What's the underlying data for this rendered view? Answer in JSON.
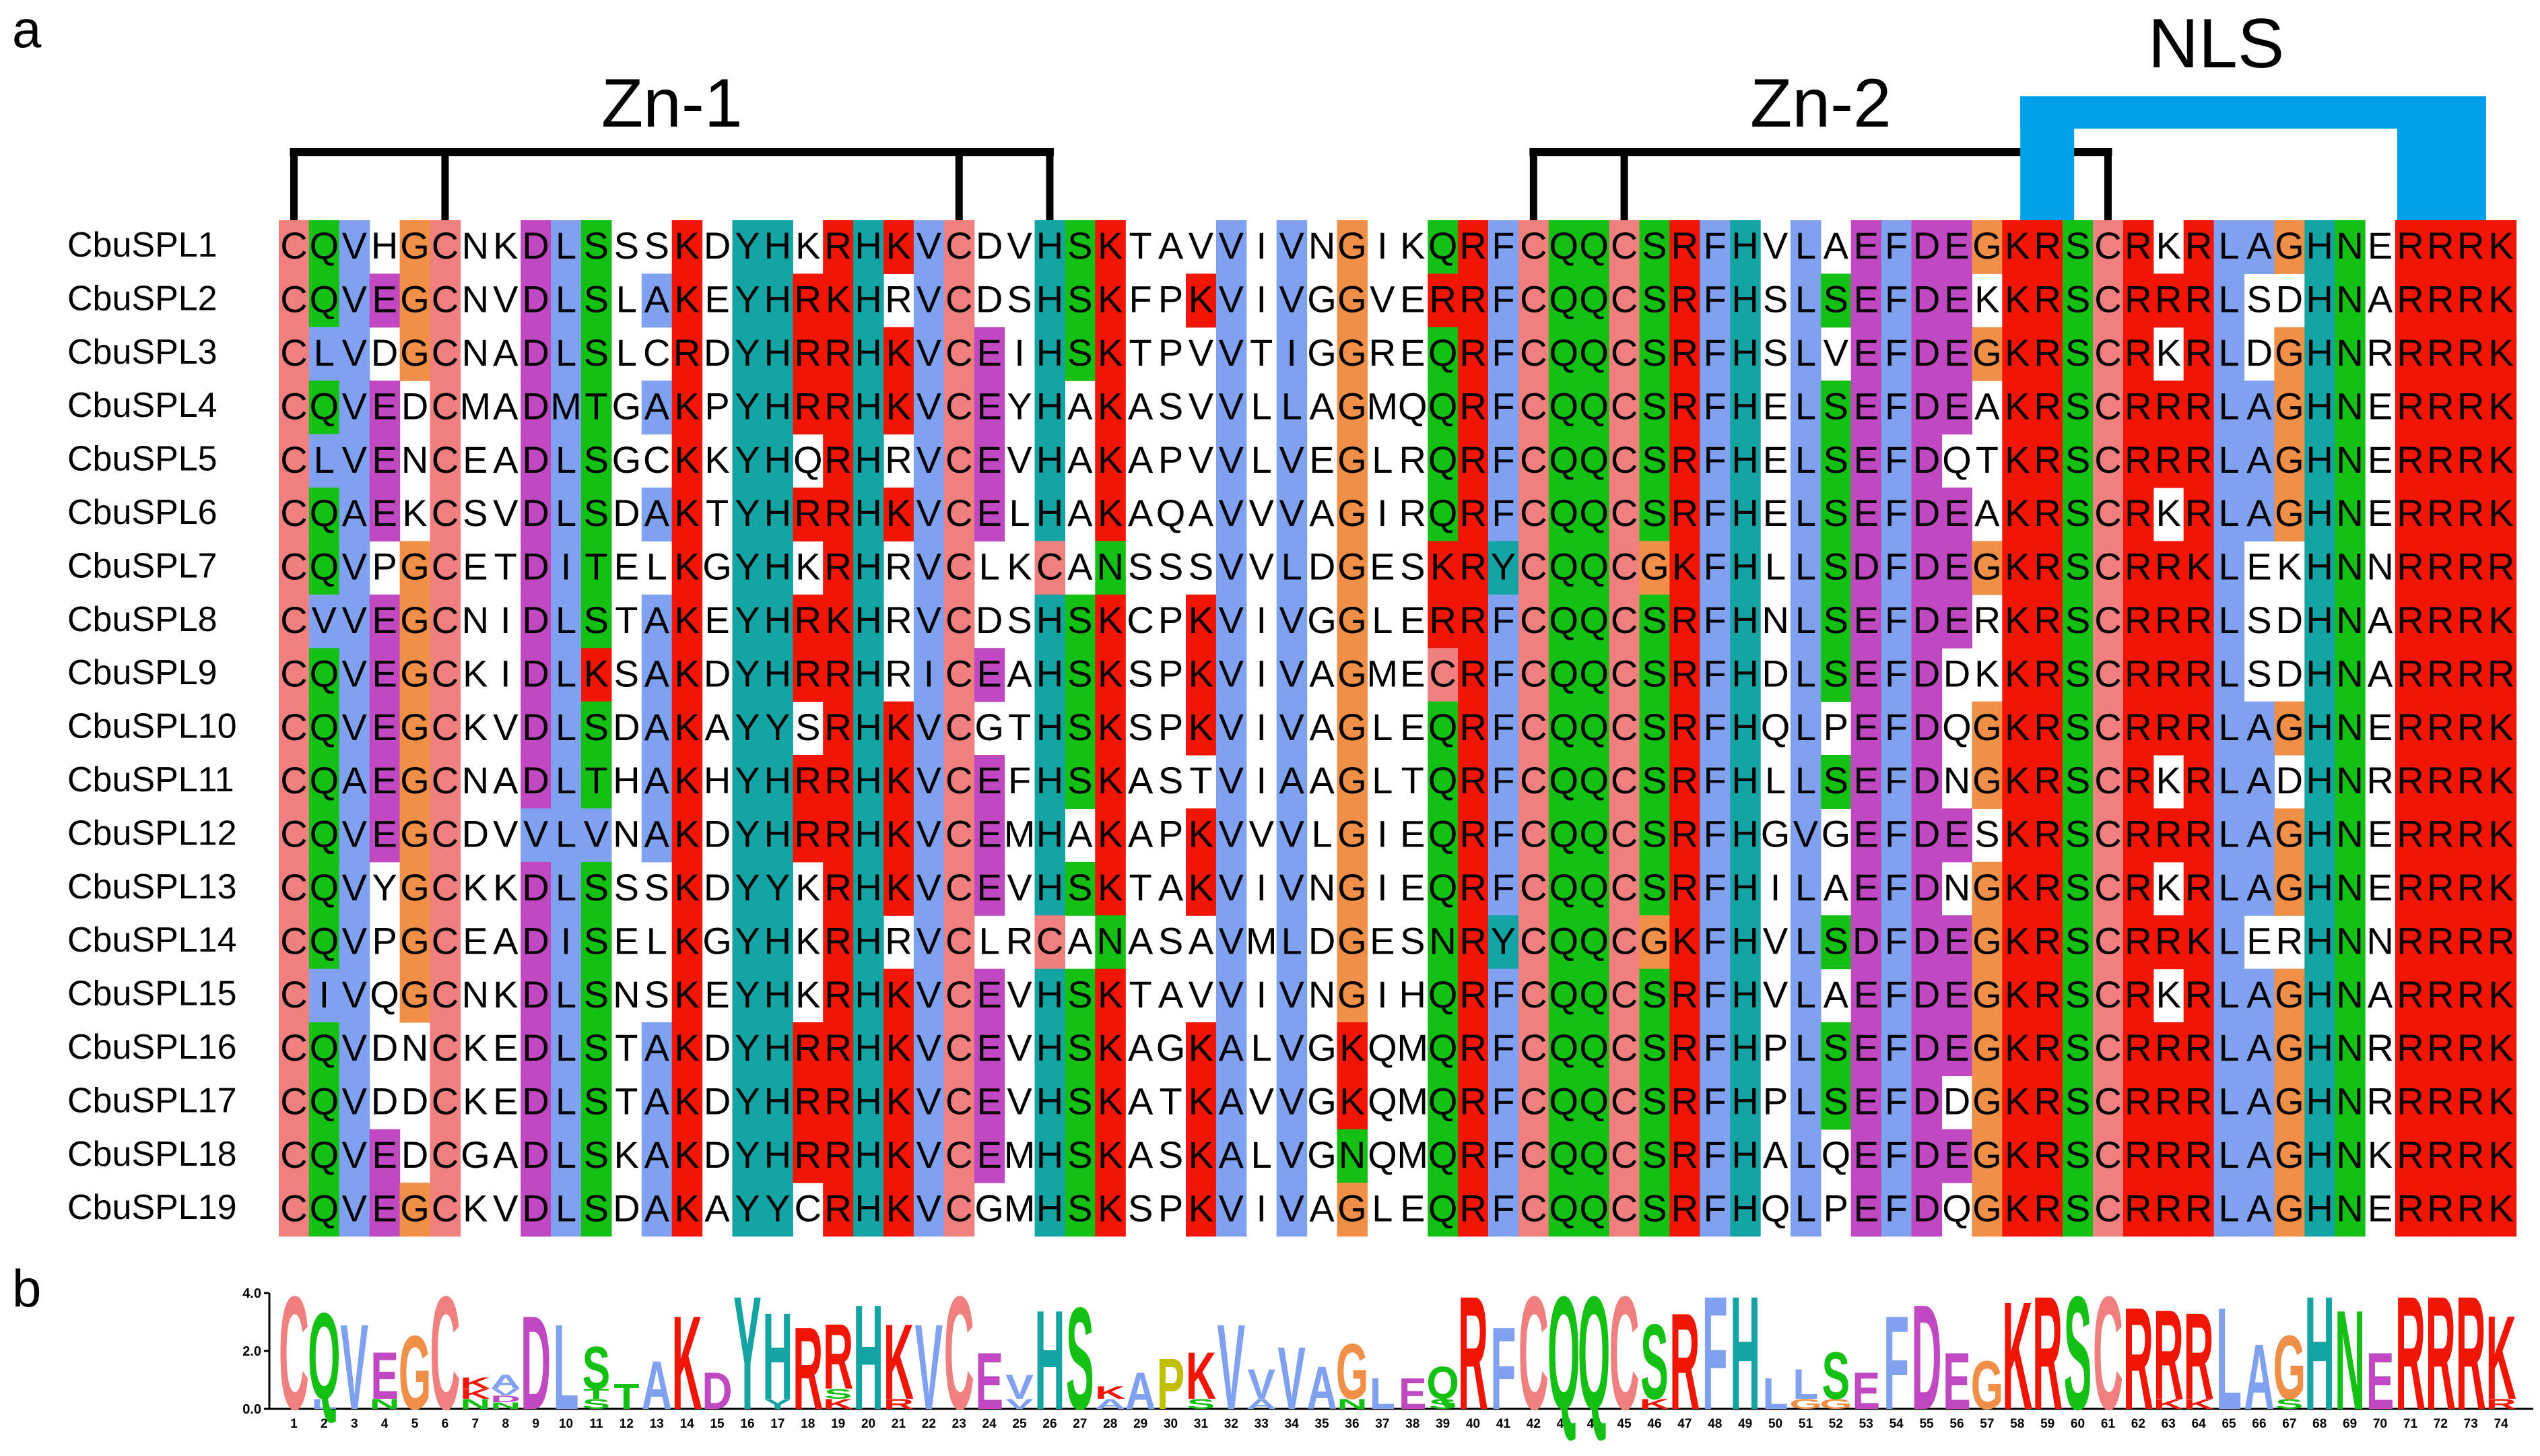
{
  "panels": {
    "a": "a",
    "b": "b"
  },
  "brackets": [
    {
      "label": "Zn-1",
      "cols": [
        1,
        6,
        23,
        26
      ]
    },
    {
      "label": "Zn-2",
      "cols": [
        42,
        45,
        61
      ]
    }
  ],
  "nls": {
    "label": "NLS",
    "from": 59,
    "to": 71,
    "color": "#00a0e9"
  },
  "sequences": [
    {
      "name": "CbuSPL1",
      "seq": "CQVHGCNKDLSSSKDYHKRHKVCDVHSKTAVVIVNGIKQRFCQQCSRFHVLAEFDEGKRSCRKRLAGHNERRRK"
    },
    {
      "name": "CbuSPL2",
      "seq": "CQVEGCNVDLSLAKEYHRKHRVCDSHSKFPKVIVGGVERRFCQQCSRFHSLSEFDEKKRSCRRRLSDHNARRRK"
    },
    {
      "name": "CbuSPL3",
      "seq": "CLVDGCNADLSLCRDYHRRHKVCEIHSKTPVVTIGGREQRFCQQCSRFHSLVEFDEGKRSCRKRLDGHNRRRRK"
    },
    {
      "name": "CbuSPL4",
      "seq": "CQVEDCMADMTGAKPYHRRHKVCEYHAKASVVLLAGMQQRFCQQCSRFHELSEFDEAKRSCRRRLAGHNERRRK"
    },
    {
      "name": "CbuSPL5",
      "seq": "CLVENCEADLSGCKKYHQRHRVCEVHAKAPVVLVEGLRQRFCQQCSRFHELSEFDQTKRSCRRRLAGHNERRRK"
    },
    {
      "name": "CbuSPL6",
      "seq": "CQAEKCSVDLSDAKTYHRRHKVCELHAKAQAVVVAGIRQRFCQQCSRFHELSEFDEAKRSCRKRLAGHNERRRK"
    },
    {
      "name": "CbuSPL7",
      "seq": "CQVPGCETDITELKGYHKRHRVCLKCANSSSVVLDGESKRYCQQCGKFHLLSDFDEGKRSCRRKLEKHNNRRRR"
    },
    {
      "name": "CbuSPL8",
      "seq": "CVVEGCNIDLSTAKEYHRKHRVCDSHSKCPKVIVGGLERRFCQQCSRFHNLSEFDERKRSCRRRLSDHNARRRK"
    },
    {
      "name": "CbuSPL9",
      "seq": "CQVEGCKIDLKSAKDYHRRHRICEAHSKSPKVIVAGMECRFCQQCSRFHDLSEFDDKKRSCRRRLSDHNARRRR"
    },
    {
      "name": "CbuSPL10",
      "seq": "CQVEGCKVDLSDAKAYYSRHKVCGTHSKSPKVIVAGLEQRFCQQCSRFHQLPEFDQGKRSCRRRLAGHNERRRK"
    },
    {
      "name": "CbuSPL11",
      "seq": "CQAEGCNADLTHAKHYHRRHKVCEFHSKASTVIAAGLTQRFCQQCSRFHLLSEFDNGKRSCRKRLADHNRRRRK"
    },
    {
      "name": "CbuSPL12",
      "seq": "CQVEGCDVVLVNAKDYHRRHKVCEMHAKAPKVVVLGIEQRFCQQCSRFHGVGEFDESKRSCRRRLAGHNERRRK"
    },
    {
      "name": "CbuSPL13",
      "seq": "CQVYGCKKDLSSSKDYYKRHKVCEVHSKTAKVIVNGIEQRFCQQCSRFHILAEFDNGKRSCRKRLAGHNERRRK"
    },
    {
      "name": "CbuSPL14",
      "seq": "CQVPGCEADISELKGYHKRHRVCLRCANASAVMLDGESNRYCQQCGKFHVLSDFDEGKRSCRRKLERHNNRRRR"
    },
    {
      "name": "CbuSPL15",
      "seq": "CIVQGCNKDLSNSKEYHKRHKVCEVHSKTAVVIVNGIHQRFCQQCSRFHVLAEFDEGKRSCRKRLAGHNARRRK"
    },
    {
      "name": "CbuSPL16",
      "seq": "CQVDNCKEDLSTAKDYHRRHKVCEVHSKAGKALVGKQMQRFCQQCSRFHPLSEFDEGKRSCRRRLAGHNRRRRK"
    },
    {
      "name": "CbuSPL17",
      "seq": "CQVDDCKEDLSTAKDYHRRHKVCEVHSKATKAVVGKQMQRFCQQCSRFHPLSEFDDGKRSCRRRLAGHNRRRRK"
    },
    {
      "name": "CbuSPL18",
      "seq": "CQVEDCGADLSKAKDYHRRHKVCEMHSKASKALVGNQMQRFCQQCSRFHALQEFDEGKRSCRRRLAGHNKRRRK"
    },
    {
      "name": "CbuSPL19",
      "seq": "CQVEGCKVDLSDAKAYYCRHKVCGMHSKSPKVIVAGLEQRFCQQCSRFHQLPEFDQGKRSCRRRLAGHNERRRK"
    }
  ],
  "logo": {
    "yticks": [
      "0.0",
      "2.0",
      "4.0"
    ],
    "positions": [
      "1",
      "2",
      "3",
      "4",
      "5",
      "6",
      "7",
      "8",
      "9",
      "10",
      "11",
      "12",
      "13",
      "14",
      "15",
      "16",
      "17",
      "18",
      "19",
      "20",
      "21",
      "22",
      "23",
      "24",
      "25",
      "26",
      "27",
      "28",
      "29",
      "30",
      "31",
      "32",
      "33",
      "34",
      "35",
      "36",
      "37",
      "38",
      "39",
      "40",
      "41",
      "42",
      "43",
      "44",
      "45",
      "46",
      "47",
      "48",
      "49",
      "50",
      "51",
      "52",
      "53",
      "54",
      "55",
      "56",
      "57",
      "58",
      "59",
      "60",
      "61",
      "62",
      "63",
      "64",
      "65",
      "66",
      "67",
      "68",
      "69",
      "70",
      "71",
      "72",
      "73",
      "74"
    ],
    "top": "CQVEGCKADLSTAKDYHRRHKVCEVHSKAPKVVVAGLEQRFCQQCSRFHLLSEFDEGKRSCRRRLAGHNERRRK",
    "heights": [
      4.0,
      3.4,
      3.0,
      2.0,
      2.6,
      4.0,
      1.1,
      1.2,
      3.3,
      3.0,
      2.2,
      0.9,
      1.7,
      3.3,
      1.3,
      4.0,
      3.4,
      2.9,
      3.0,
      3.7,
      3.0,
      3.0,
      4.0,
      2.0,
      1.2,
      3.5,
      3.6,
      0.8,
      1.3,
      1.8,
      2.0,
      3.0,
      1.4,
      2.2,
      1.5,
      2.3,
      1.1,
      1.1,
      1.5,
      4.0,
      2.9,
      4.0,
      4.0,
      4.0,
      4.0,
      3.0,
      3.4,
      4.0,
      4.0,
      1.1,
      1.4,
      2.0,
      1.3,
      3.3,
      3.7,
      2.0,
      1.7,
      3.8,
      4.0,
      4.0,
      4.0,
      3.6,
      3.5,
      3.4,
      3.6,
      2.3,
      2.6,
      4.0,
      3.5,
      2.0,
      4.0,
      4.0,
      4.0,
      3.3
    ],
    "minors": [
      "",
      "L",
      "",
      "N",
      "",
      "",
      "NK",
      "NDV",
      "",
      "",
      "ST",
      "",
      "",
      "",
      "",
      "",
      "Y",
      "",
      "KS",
      "",
      "R",
      "",
      "",
      "",
      "V",
      "",
      "",
      "A",
      "",
      "",
      "S",
      "",
      "A",
      "",
      "",
      "N",
      "",
      "",
      " S",
      "",
      "",
      "",
      "",
      "",
      "",
      "K",
      "",
      "",
      "",
      "",
      "G",
      "G",
      "",
      "",
      "",
      "",
      "",
      "",
      "",
      "",
      "",
      "",
      "K",
      "K",
      "",
      "",
      "S",
      "",
      "",
      "",
      "",
      "",
      "",
      "R"
    ]
  },
  "colors": {
    "A": "#80a0f0",
    "I": "#80a0f0",
    "L": "#80a0f0",
    "M": "#80a0f0",
    "F": "#80a0f0",
    "W": "#80a0f0",
    "V": "#80a0f0",
    "K": "#f01505",
    "R": "#f01505",
    "E": "#c048c0",
    "D": "#c048c0",
    "N": "#15c015",
    "Q": "#15c015",
    "S": "#15c015",
    "T": "#15c015",
    "C": "#f08080",
    "G": "#f09048",
    "P": "#c0c000",
    "H": "#15a4a4",
    "Y": "#15a4a4"
  }
}
